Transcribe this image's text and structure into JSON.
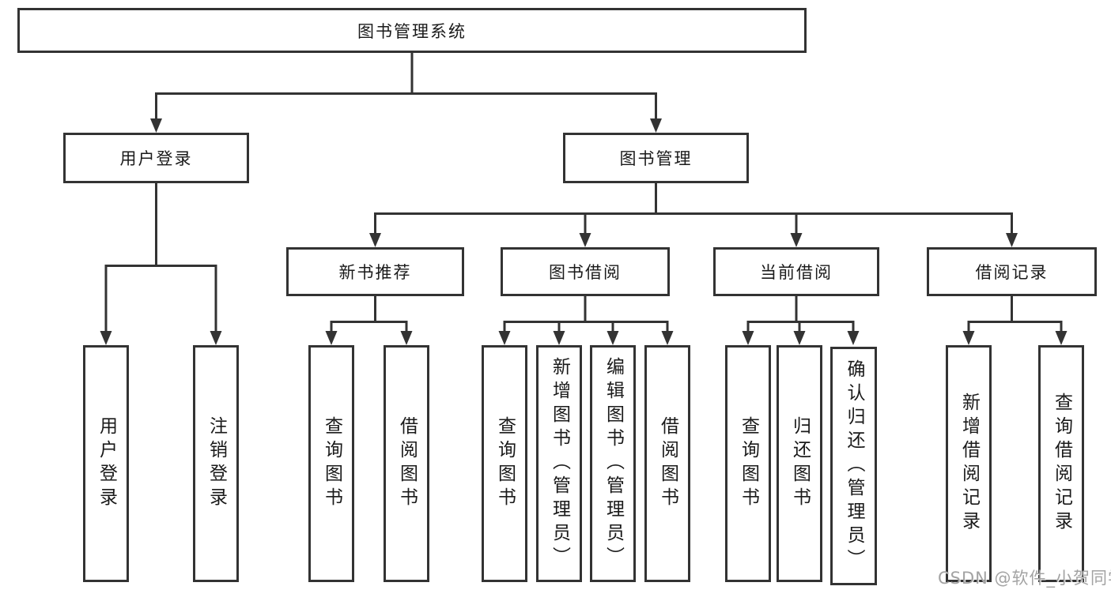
{
  "diagram": {
    "root": {
      "label": "图书管理系统"
    },
    "level2": {
      "user_login": {
        "label": "用户登录"
      },
      "book_management": {
        "label": "图书管理"
      }
    },
    "level3": {
      "new_book_recommend": {
        "label": "新书推荐"
      },
      "book_borrow": {
        "label": "图书借阅"
      },
      "current_borrow": {
        "label": "当前借阅"
      },
      "borrow_records": {
        "label": "借阅记录"
      }
    },
    "leaves": {
      "user_login_children": [
        "用户登录",
        "注销登录"
      ],
      "new_book_children": [
        "查询图书",
        "借阅图书"
      ],
      "book_borrow_children": [
        "查询图书",
        "新增图书（管理员）",
        "编辑图书（管理员）",
        "借阅图书"
      ],
      "current_borrow_children": [
        "查询图书",
        "归还图书",
        "确认归还（管理员）"
      ],
      "borrow_records_children": [
        "新增借阅记录",
        "查询借阅记录"
      ]
    }
  },
  "watermark": "CSDN @软件_小贺同学",
  "colors": {
    "line": "#333333",
    "text": "#1a1a1a",
    "background": "#ffffff",
    "watermark": "#9e9e9e"
  }
}
